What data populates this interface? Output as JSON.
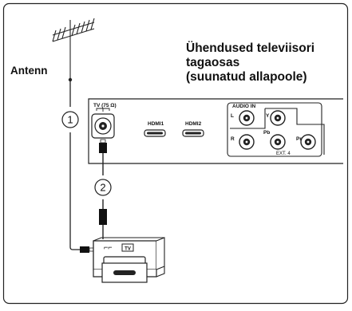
{
  "diagram": {
    "title_lines": [
      "Ühendused televiisori",
      "tagaosas",
      "(suunatud allapoole)"
    ],
    "antenna_label": "Antenn",
    "step_1": "1",
    "step_2": "2",
    "panel": {
      "tv_port_label": "TV (75 Ω)",
      "hdmi1_label": "HDMI1",
      "hdmi2_label": "HDMI2",
      "audio_in_label": "AUDIO IN",
      "audio_l_label": "L",
      "audio_r_label": "R",
      "y_label": "Y",
      "pb_label": "Pb",
      "pr_label": "Pr",
      "ext_label": "EXT. 4"
    },
    "recorder": {
      "antenna_mark": "⌐⌐",
      "tv_badge": "TV"
    }
  }
}
